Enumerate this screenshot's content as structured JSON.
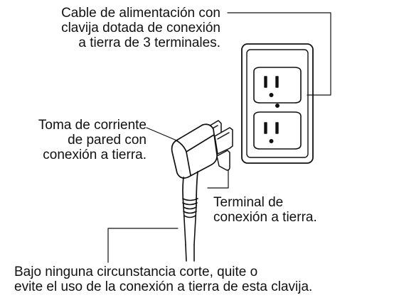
{
  "labels": {
    "power_cord": [
      "Cable de alimentación con",
      "clavija dotada de conexión",
      "a tierra de 3 terminales."
    ],
    "wall_outlet": [
      "Toma de corriente",
      "de pared con",
      "conexión a tierra."
    ],
    "ground_terminal": [
      "Terminal de",
      "conexión a tierra."
    ],
    "warning": [
      "Bajo ninguna circunstancia corte, quite o",
      "evite el uso de la conexión a tierra de esta clavija."
    ]
  },
  "colors": {
    "ink": "#111111",
    "background": "#ffffff"
  }
}
